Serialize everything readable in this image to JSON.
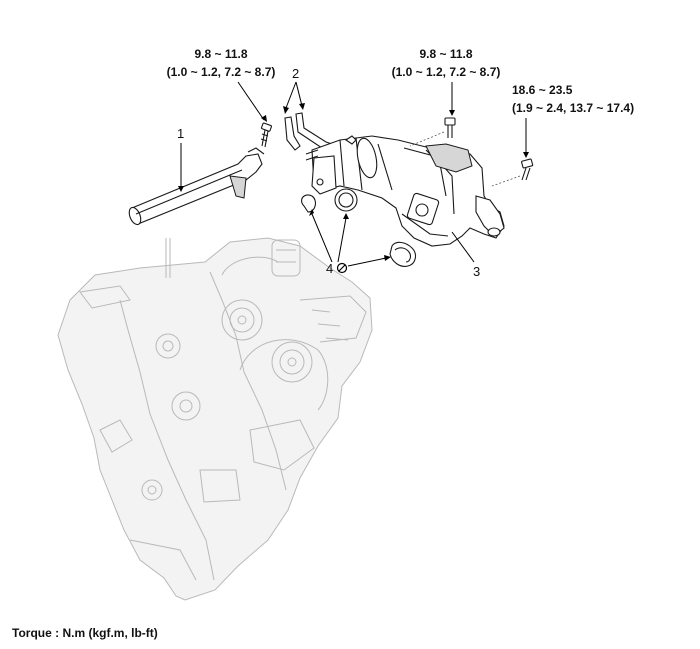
{
  "torque_specs": [
    {
      "id": "pipe-bolt",
      "nm": "9.8 ~ 11.8",
      "detail": "(1.0 ~ 1.2, 7.2 ~ 8.7)"
    },
    {
      "id": "housing-bolt-top",
      "nm": "9.8 ~ 11.8",
      "detail": "(1.0 ~ 1.2, 7.2 ~ 8.7)"
    },
    {
      "id": "housing-bolt-right",
      "nm": "18.6 ~ 23.5",
      "detail": "(1.9 ~ 2.4, 13.7 ~ 17.4)"
    }
  ],
  "callouts": [
    {
      "id": "1",
      "label": "1"
    },
    {
      "id": "2",
      "label": "2"
    },
    {
      "id": "3",
      "label": "3"
    },
    {
      "id": "4",
      "label": "4"
    }
  ],
  "legend": "Torque : N.m (kgf.m, lb-ft)"
}
